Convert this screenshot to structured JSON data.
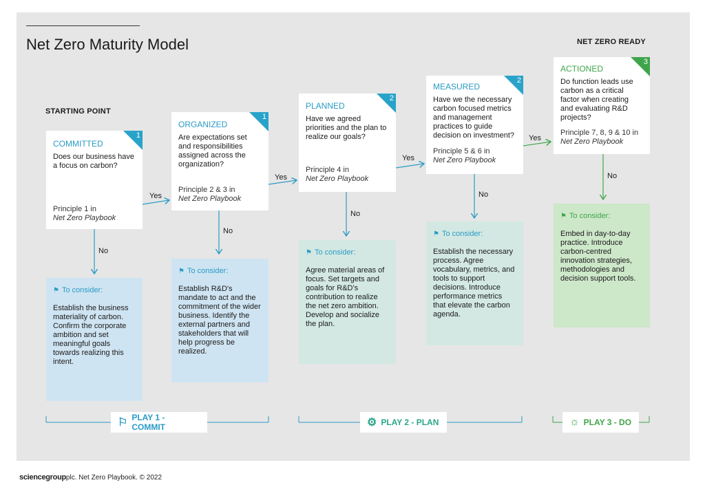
{
  "title": "Net Zero Maturity Model",
  "starting_point": "STARTING POINT",
  "net_zero_ready": "NET ZERO READY",
  "yes": "Yes",
  "no": "No",
  "to_consider": "To consider:",
  "colors": {
    "blue": "#2a9bc4",
    "teal": "#2aa58a",
    "green": "#4caf50"
  },
  "stages": [
    {
      "stage": "COMMITTED",
      "num": "1",
      "question": "Does our business have a focus on carbon?",
      "principle": "Principle 1 in",
      "playbook": "Net Zero Playbook",
      "consider": "Establish the business materiality of carbon. Confirm the corporate ambition and set meaningful goals towards realizing this intent."
    },
    {
      "stage": "ORGANIZED",
      "num": "1",
      "question": "Are expectations set and responsibilities assigned across the organization?",
      "principle": "Principle 2 & 3 in",
      "playbook": "Net Zero Playbook",
      "consider": "Establish R&D's mandate to act and the commitment of the wider business. Identify the external partners and stakeholders that will help progress be realized."
    },
    {
      "stage": "PLANNED",
      "num": "2",
      "question": "Have we agreed priorities and the plan to realize our goals?",
      "principle": "Principle 4 in",
      "playbook": "Net Zero Playbook",
      "consider": "Agree material areas of focus. Set targets and goals for R&D's contribution to realize the net zero ambition. Develop and socialize the plan."
    },
    {
      "stage": "MEASURED",
      "num": "2",
      "question": "Have we the necessary carbon focused metrics and management practices to guide decision on investment?",
      "principle": "Principle 5 & 6 in",
      "playbook": "Net Zero Playbook",
      "consider": "Establish the necessary process. Agree vocabulary, metrics, and tools to support decisions. Introduce performance metrics that elevate the carbon agenda."
    },
    {
      "stage": "ACTIONED",
      "num": "3",
      "question": "Do function leads use carbon as a critical factor when creating and evaluating R&D projects?",
      "principle": "Principle 7, 8, 9 & 10 in",
      "playbook": "Net Zero Playbook",
      "consider": "Embed in day-to-day practice. Introduce carbon-centred innovation strategies, methodologies and decision support tools."
    }
  ],
  "plays": [
    {
      "label": "PLAY 1 - COMMIT",
      "icon": "flag-icon"
    },
    {
      "label": "PLAY 2 - PLAN",
      "icon": "team-icon"
    },
    {
      "label": "PLAY 3 - DO",
      "icon": "lightbulb-icon"
    }
  ],
  "footer": {
    "brand": "sciencegroup",
    "brand_suffix": "plc.",
    "text": "Net Zero Playbook. © 2022"
  }
}
